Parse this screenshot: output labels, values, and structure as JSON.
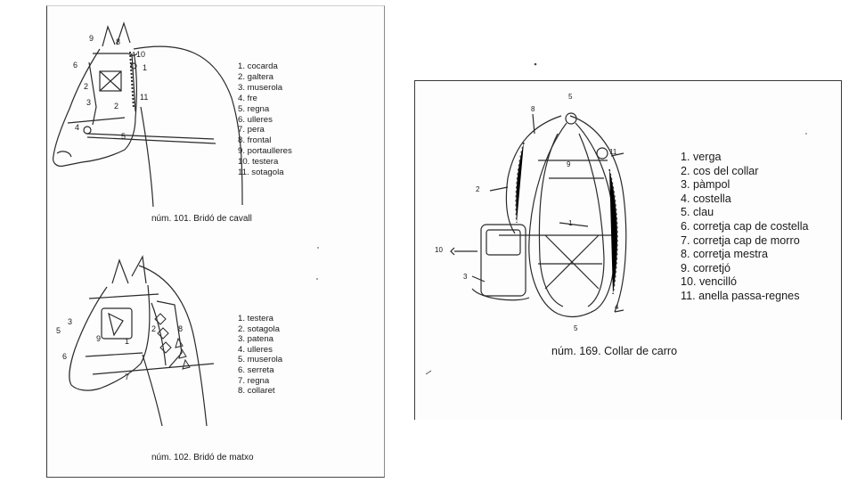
{
  "figure_101": {
    "caption": "núm. 101. Bridó de cavall",
    "parts": [
      "1. cocarda",
      "2. galtera",
      "3. muserola",
      "4. fre",
      "5. regna",
      "6. ulleres",
      "7. pera",
      "8. frontal",
      "9. portaulleres",
      "10. testera",
      "11. sotagola"
    ],
    "callouts": [
      "9",
      "8",
      "10",
      "6",
      "1",
      "2",
      "11",
      "3",
      "2",
      "4",
      "5"
    ]
  },
  "figure_102": {
    "caption": "núm. 102. Bridó de matxo",
    "parts": [
      "1. testera",
      "2. sotagola",
      "3. patena",
      "4. ulleres",
      "5. muserola",
      "6. serreta",
      "7. regna",
      "8. collaret"
    ],
    "callouts": [
      "5",
      "3",
      "9",
      "1",
      "2",
      "8",
      "6",
      "7"
    ]
  },
  "figure_169": {
    "caption": "núm. 169. Collar de carro",
    "parts": [
      "1. verga",
      "2. cos del collar",
      "3. pàmpol",
      "4. costella",
      "5. clau",
      "6. corretja cap de costella",
      "7. corretja cap de morro",
      "8. corretja mestra",
      "9. corretjó",
      "10. vencilló",
      "11. anella passa-regnes"
    ],
    "callouts": [
      "5",
      "8",
      "9",
      "11",
      "2",
      "1",
      "10",
      "3",
      "4",
      "5"
    ]
  }
}
